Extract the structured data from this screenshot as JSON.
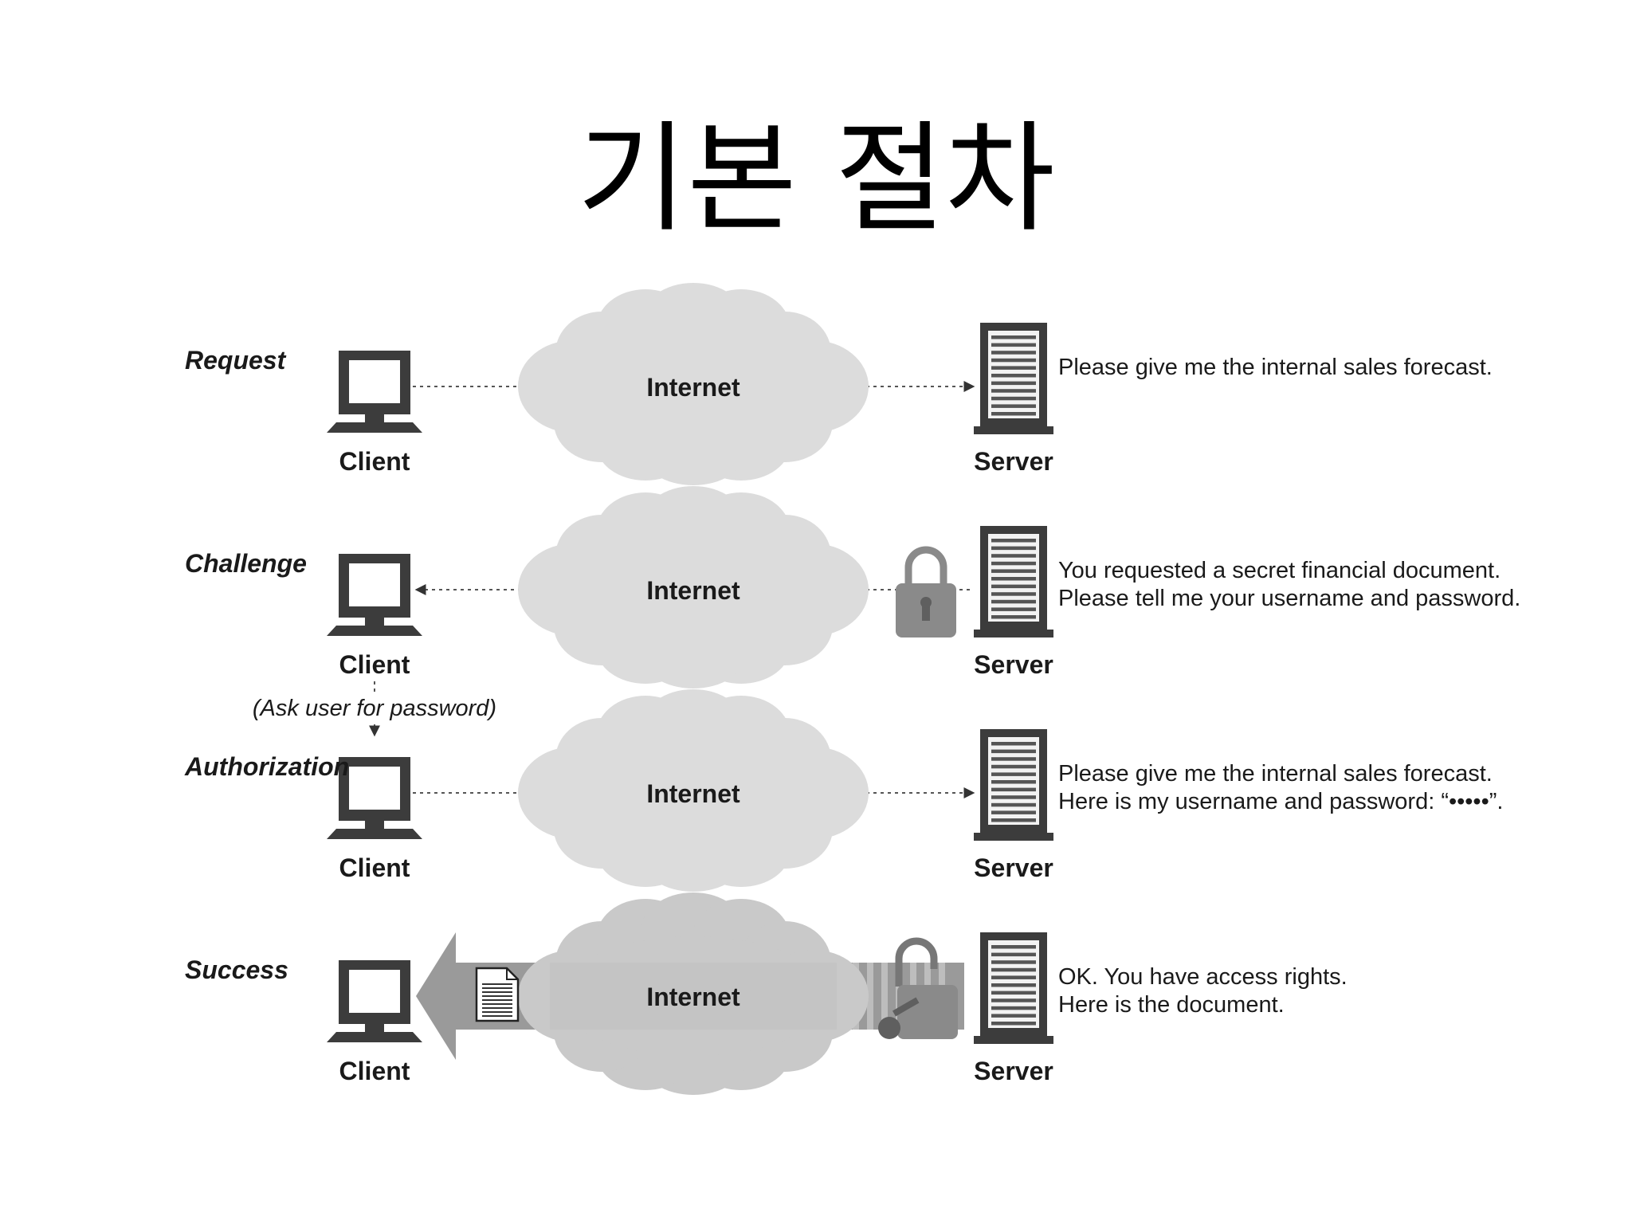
{
  "title": "기본 절차",
  "nodes": {
    "client": "Client",
    "server": "Server",
    "network": "Internet"
  },
  "steps": [
    {
      "label": "Request",
      "direction": "to-server",
      "message_lines": [
        "Please give me the internal sales forecast."
      ],
      "icon": "none"
    },
    {
      "label": "Challenge",
      "direction": "to-client",
      "message_lines": [
        "You requested a secret financial document.",
        "Please tell me your username and password."
      ],
      "icon": "lock-closed-icon"
    },
    {
      "label": "Authorization",
      "direction": "to-server",
      "message_lines": [
        "Please give me the internal sales forecast.",
        "Here is my username and password: “•••••”."
      ],
      "icon": "none"
    },
    {
      "label": "Success",
      "direction": "to-client",
      "message_lines": [
        "OK. You have access rights.",
        "Here is the document."
      ],
      "icon": "lock-open-icon"
    }
  ],
  "note": "(Ask user for password)",
  "colors": {
    "cloud_fill": "#dcdcdc",
    "cloud_fill_success": "#c9c9c9",
    "device_dark": "#3c3c3c",
    "arrow_band": "#9a9a9a",
    "lock": "#8a8a8a"
  }
}
